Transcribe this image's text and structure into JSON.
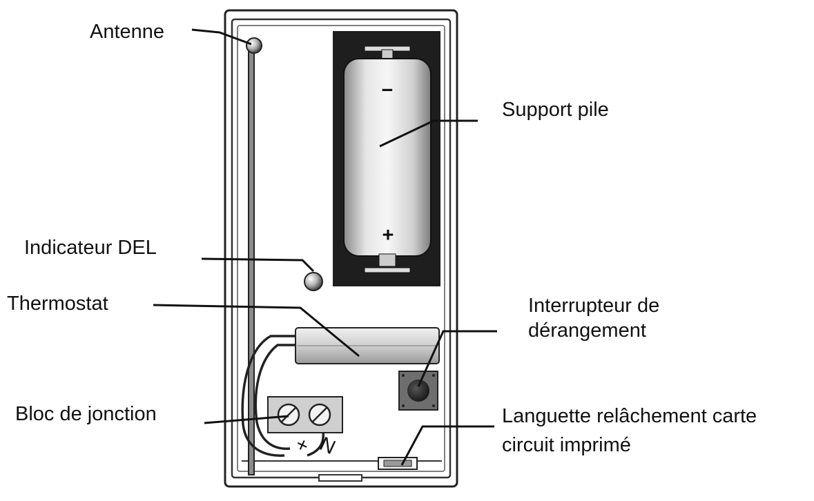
{
  "labels": {
    "antenna": "Antenne",
    "battery_holder": "Support pile",
    "led": "Indicateur DEL",
    "thermostat": "Thermostat",
    "tamper_line1": "Interrupteur de",
    "tamper_line2": "dérangement",
    "terminal_block": "Bloc de jonction",
    "release_tab_line1": "Languette relâchement carte",
    "release_tab_line2": "circuit imprimé"
  },
  "battery": {
    "minus": "−",
    "plus": "+"
  },
  "terminals": {
    "left": "+",
    "right": "N"
  },
  "colors": {
    "ink": "#111111",
    "battery_bay": "#1e1e1e",
    "housing": "#ffffff",
    "thermostat_fill": "#d6d6d6"
  }
}
